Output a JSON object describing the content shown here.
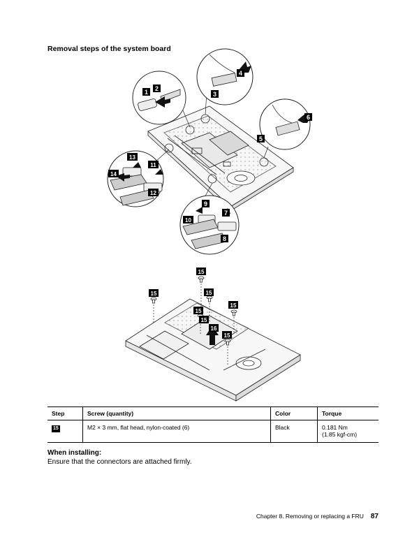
{
  "heading": "Removal steps of the system board",
  "callouts_top": [
    "1",
    "2",
    "3",
    "4",
    "5",
    "6",
    "7",
    "8",
    "9",
    "10",
    "11",
    "12",
    "13",
    "14"
  ],
  "callouts_bottom": [
    "15",
    "15",
    "15",
    "15",
    "15",
    "15",
    "16",
    "15"
  ],
  "table": {
    "headers": [
      "Step",
      "Screw (quantity)",
      "Color",
      "Torque"
    ],
    "rows": [
      {
        "step": "15",
        "screw": "M2 × 3 mm, flat head, nylon-coated (6)",
        "color": "Black",
        "torque_line1": "0.181 Nm",
        "torque_line2": "(1.85 kgf-cm)"
      }
    ]
  },
  "install": {
    "title": "When installing:",
    "text": "Ensure that the connectors are attached firmly."
  },
  "footer": {
    "chapter": "Chapter 8.  Removing or replacing a FRU",
    "page": "87"
  }
}
